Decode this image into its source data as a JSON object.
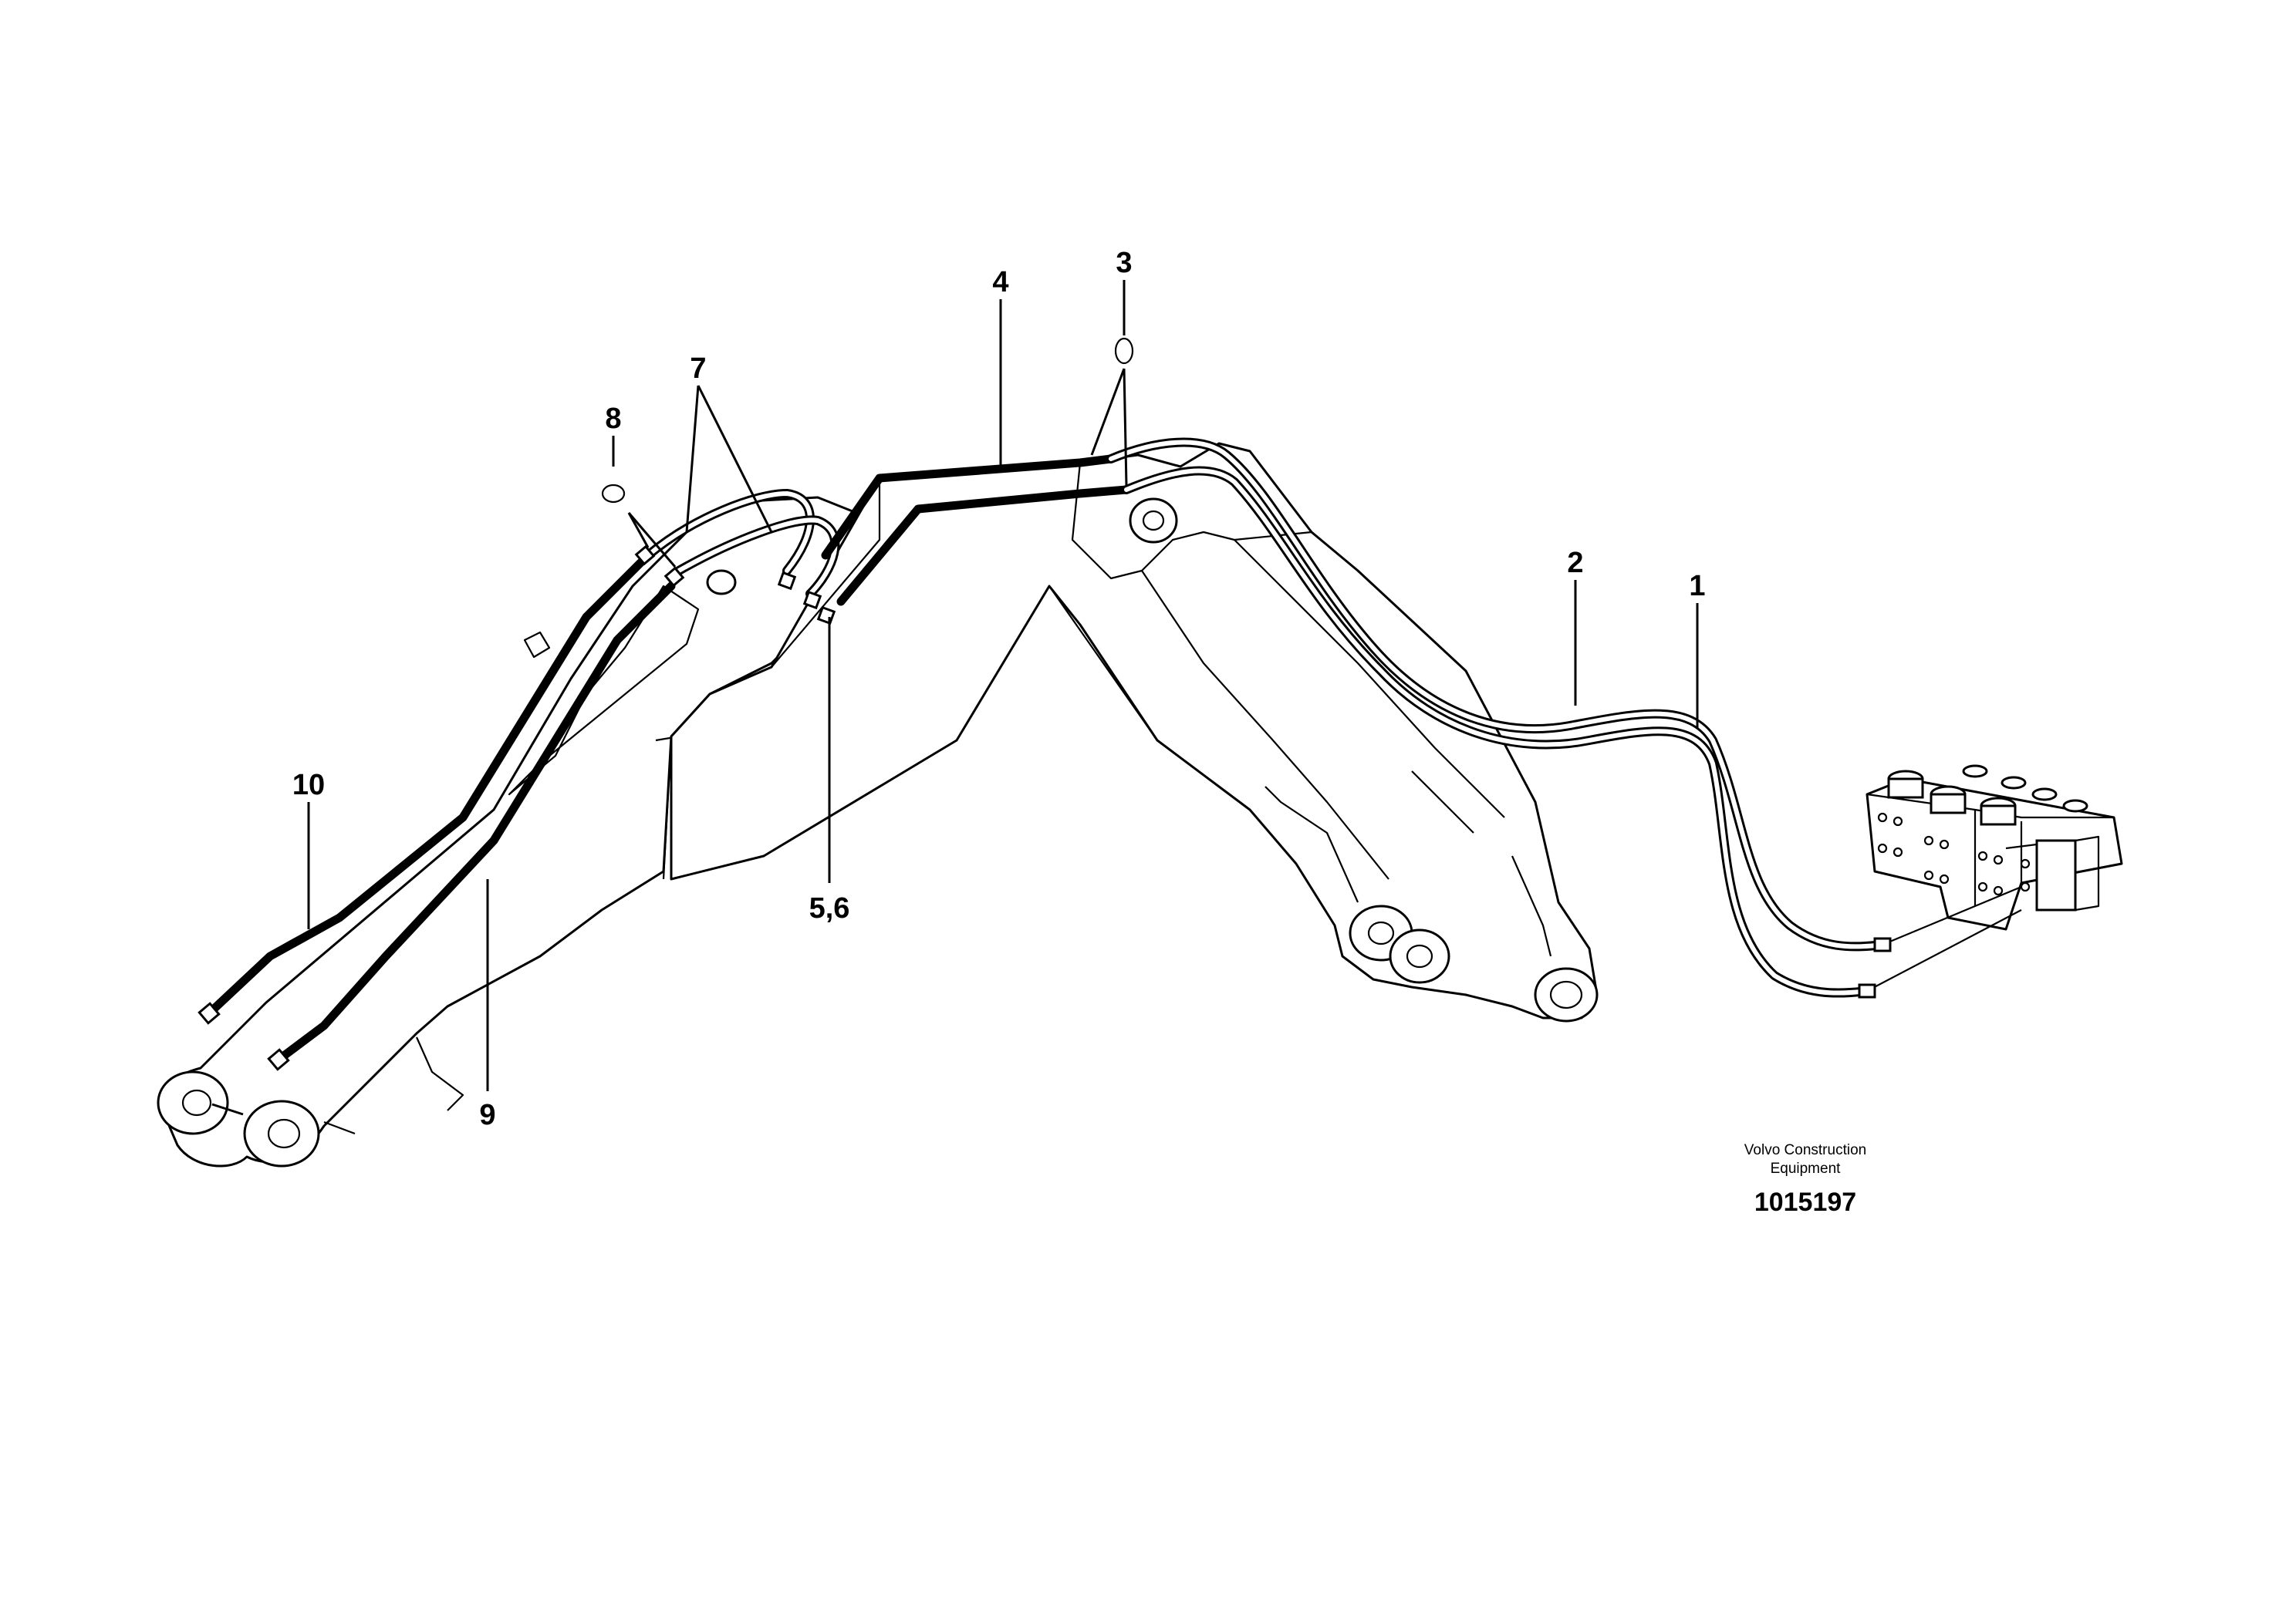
{
  "diagram": {
    "callouts": [
      {
        "id": "1",
        "label": "1"
      },
      {
        "id": "2",
        "label": "2"
      },
      {
        "id": "3",
        "label": "3"
      },
      {
        "id": "4",
        "label": "4"
      },
      {
        "id": "5-6",
        "label": "5,6"
      },
      {
        "id": "7",
        "label": "7"
      },
      {
        "id": "8",
        "label": "8"
      },
      {
        "id": "9",
        "label": "9"
      },
      {
        "id": "10",
        "label": "10"
      }
    ],
    "caption": {
      "maker": "Volvo Construction Equipment",
      "figure_number": "1015197"
    }
  }
}
